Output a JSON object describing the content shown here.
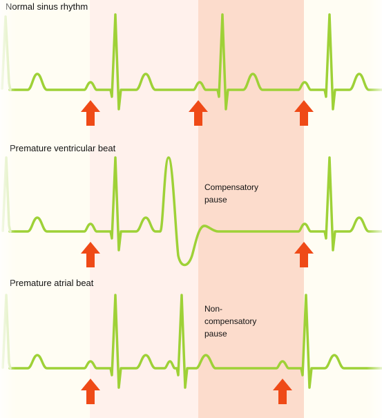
{
  "panels": [
    {
      "title": "Normal sinus rhythm",
      "annotation": []
    },
    {
      "title": "Premature ventricular beat",
      "annotation": [
        "Compensatory",
        "pause"
      ]
    },
    {
      "title": "Premature atrial beat",
      "annotation": [
        "Non-",
        "compensatory",
        "pause"
      ]
    }
  ],
  "colors": {
    "page_background": "#fffdf3",
    "band_light": "#fde9e1",
    "band_lighter": "#fff1ec",
    "band_dark": "#fcdccc",
    "trace": "#9ed137",
    "trace_faded": "#d9ecb0",
    "arrow": "#ef4a17"
  },
  "icons": {
    "marker": "up-arrow-icon"
  }
}
